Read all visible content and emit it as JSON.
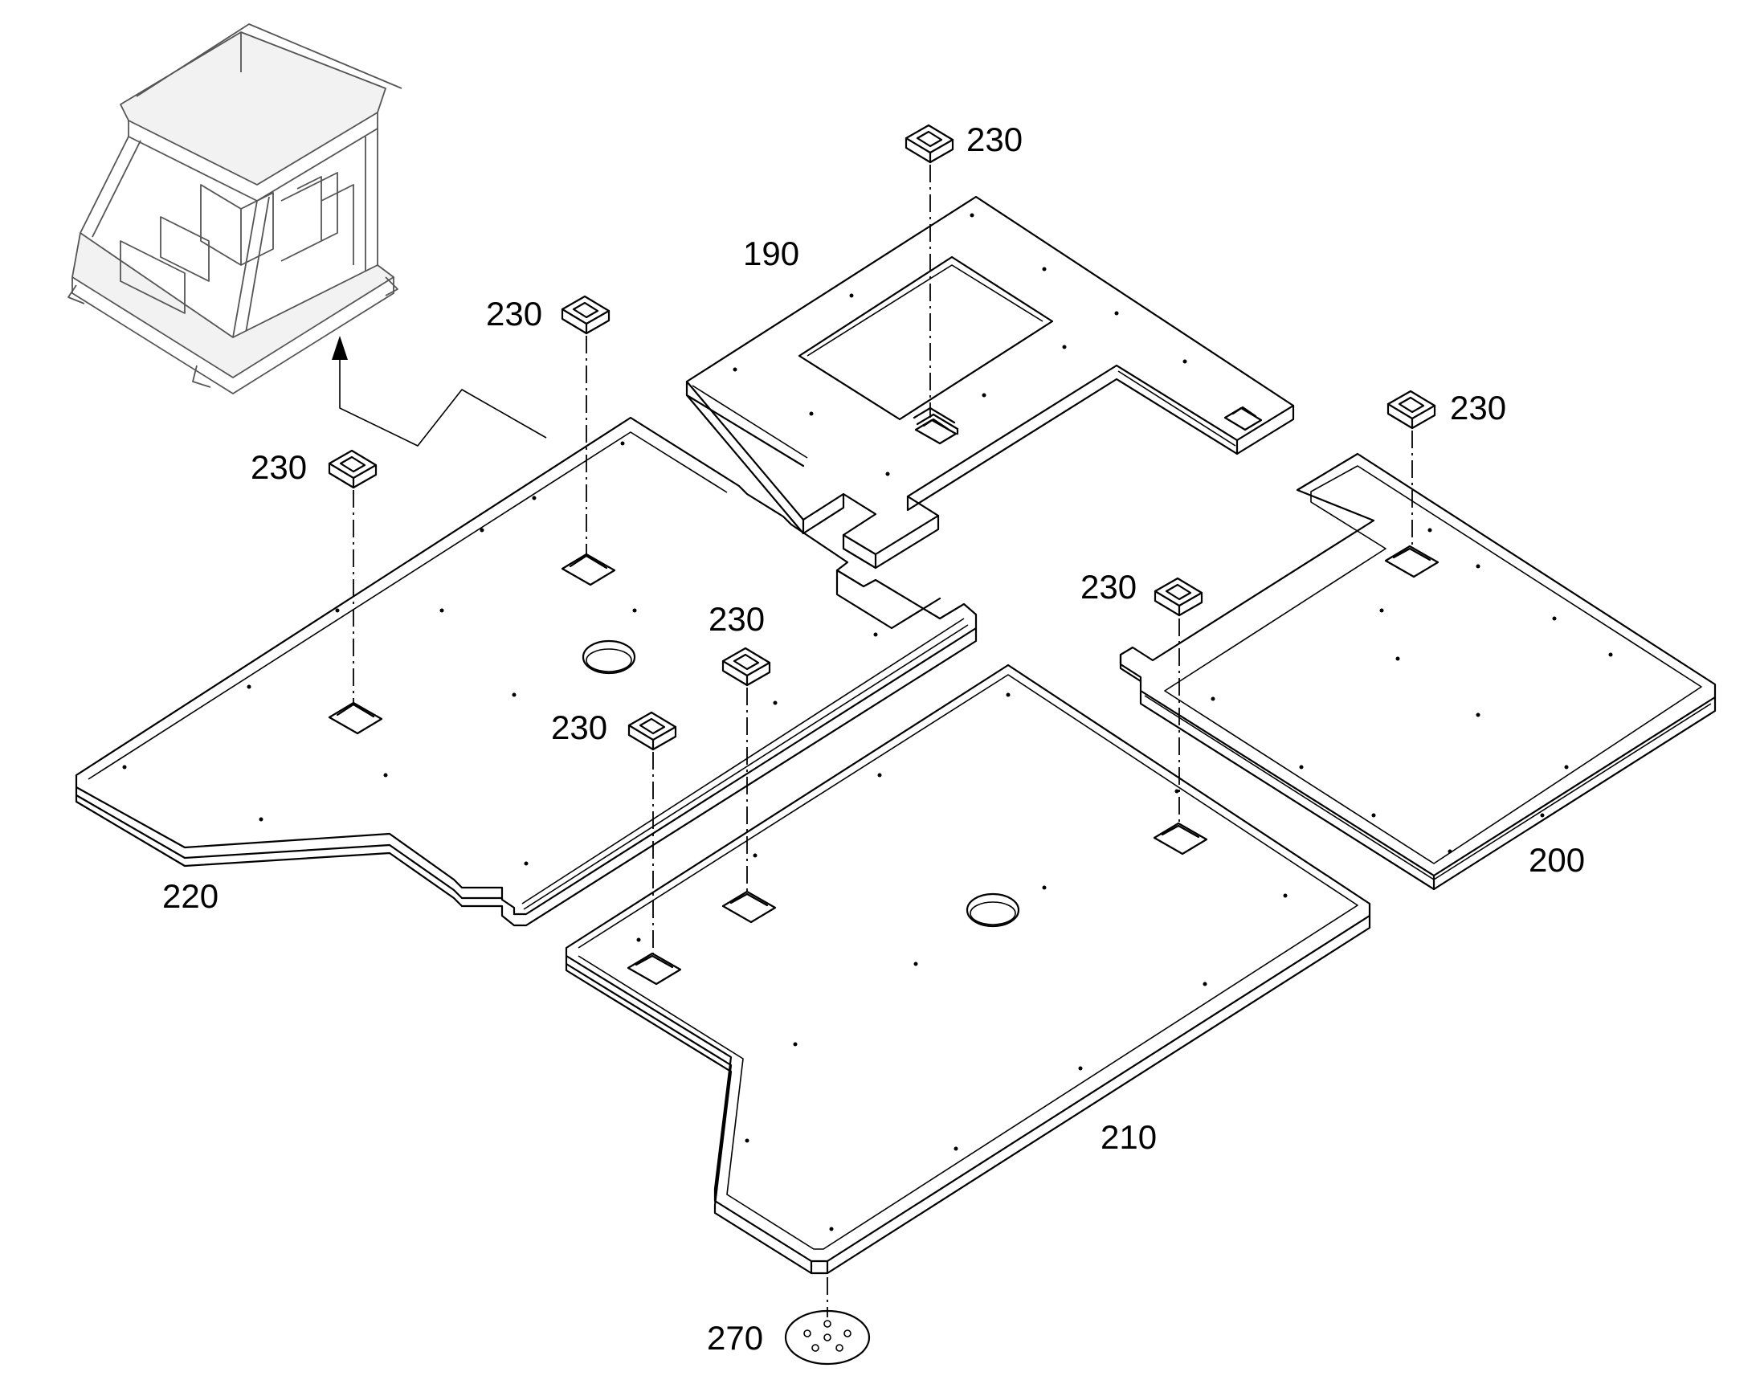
{
  "callouts": {
    "part_190": "190",
    "part_200": "200",
    "part_210": "210",
    "part_220": "220",
    "part_270": "270",
    "part_230": "230"
  },
  "icons": {
    "cab_thumbnail": "operator-cab-icon",
    "pad": "rubber-pad-icon",
    "plug": "drain-plug-icon",
    "arrow": "leader-arrow-icon"
  }
}
